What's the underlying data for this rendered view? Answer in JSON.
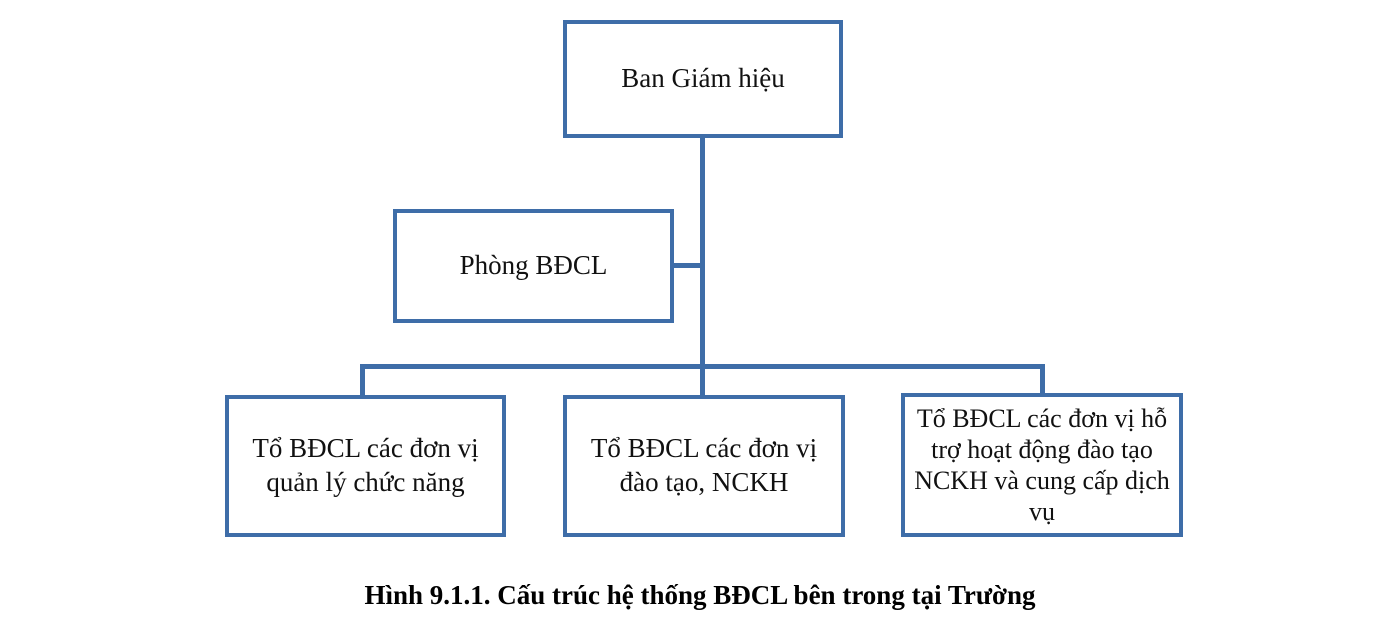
{
  "diagram": {
    "type": "org-chart",
    "caption": "Hình 9.1.1. Cấu trúc hệ thống BĐCL bên trong tại Trường",
    "nodes": {
      "root": {
        "label": "Ban Giám hiệu"
      },
      "office": {
        "label": "Phòng BĐCL"
      },
      "child1": {
        "label": "Tổ BĐCL các đơn vị quản lý chức năng"
      },
      "child2": {
        "label": "Tổ BĐCL các đơn vị đào tạo, NCKH"
      },
      "child3": {
        "label": "Tổ BĐCL các đơn vị hỗ trợ hoạt động đào tạo NCKH và cung cấp dịch vụ"
      }
    },
    "edges": [
      [
        "root",
        "office"
      ],
      [
        "root",
        "child1"
      ],
      [
        "root",
        "child2"
      ],
      [
        "root",
        "child3"
      ]
    ],
    "colors": {
      "border": "#3e6da8",
      "text": "#111111",
      "background": "#ffffff"
    }
  }
}
